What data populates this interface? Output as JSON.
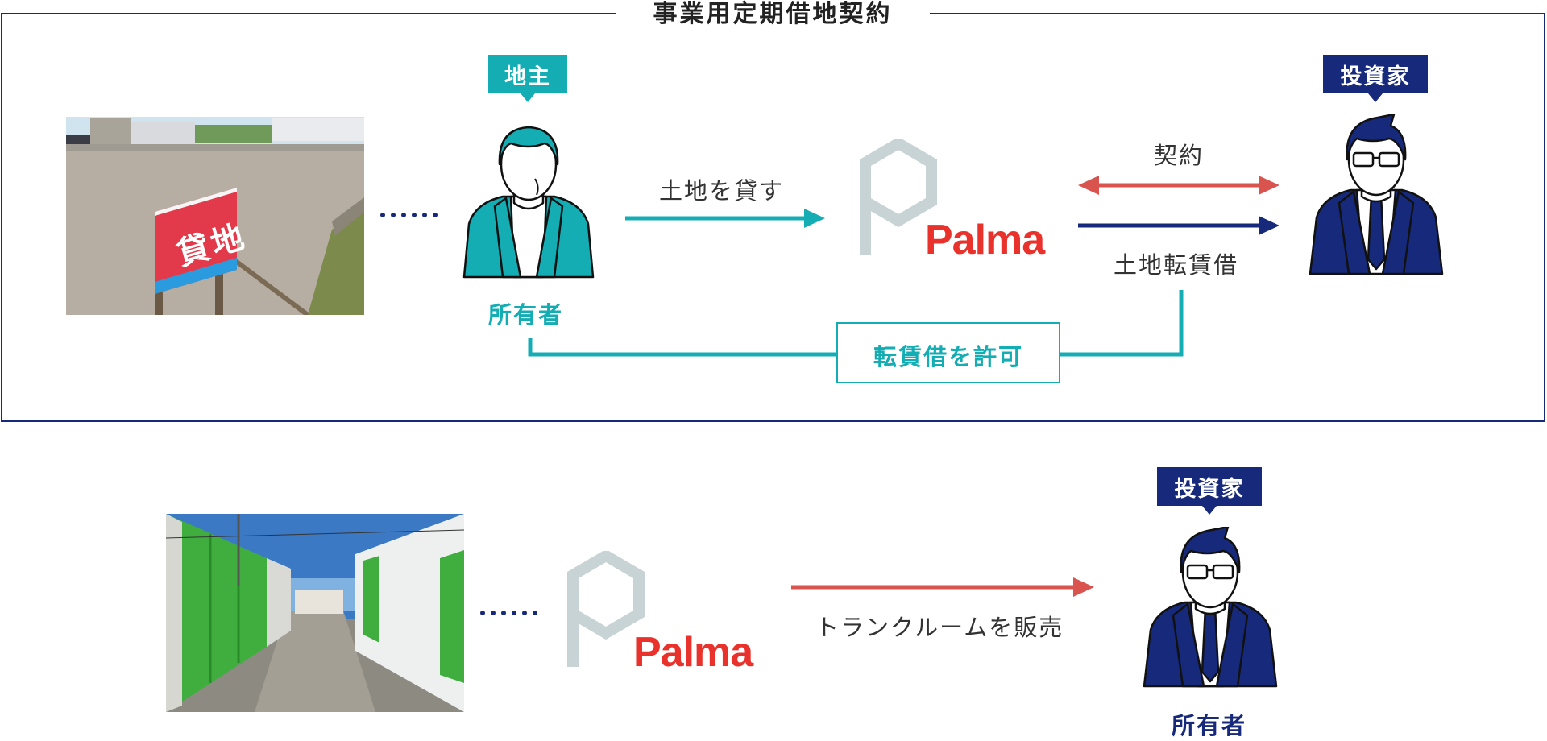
{
  "contract_box": {
    "title": "事業用定期借地契約",
    "landowner_tag": "地主",
    "investor_tag": "投資家",
    "owner_label": "所有者",
    "lend_land_label": "土地を貸す",
    "contract_label": "契約",
    "sublease_label": "土地転賃借",
    "permit_label": "転賃借を許可",
    "brand": "Palma",
    "sign_text": "貸地"
  },
  "sale_section": {
    "investor_tag": "投資家",
    "sale_label": "トランクルームを販売",
    "owner_label": "所有者",
    "brand": "Palma"
  },
  "colors": {
    "teal": "#14adb4",
    "navy": "#16297a",
    "red": "#d9534f",
    "brand_red": "#e8322b",
    "logo_gray": "#c7d3d4"
  },
  "icons": [
    "vacant-lot-photo",
    "landowner-person-icon",
    "investor-person-icon",
    "palma-logo-icon",
    "trunk-room-photo"
  ]
}
